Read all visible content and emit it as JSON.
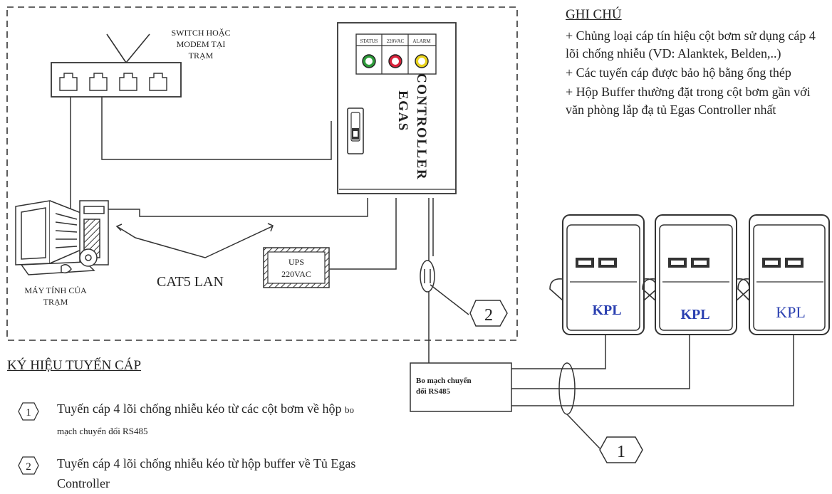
{
  "diagram": {
    "switch_label": [
      "SWITCH HOẶC",
      "MODEM TẠI",
      "TRẠM"
    ],
    "computer_label": [
      "MÁY TÍNH CỦA",
      "TRẠM"
    ],
    "lan_label": "CAT5 LAN",
    "ups_label": [
      "UPS",
      "220VAC"
    ],
    "controller_label": [
      "EGAS",
      "CONTROLLER"
    ],
    "indicator_labels": [
      "STATUS",
      "220VAC",
      "ALARM"
    ],
    "indicator_colors": [
      "#2e9b3a",
      "#d8213a",
      "#e8d21a"
    ],
    "converter_label": [
      "Bo mạch chuyển",
      "đổi RS485"
    ],
    "pump_brand": "KPL",
    "brand_color": "#2a3fb0",
    "marker_1": "1",
    "marker_2": "2"
  },
  "notes": {
    "title": "GHI CHÚ",
    "items": [
      "+ Chủng loại cáp tín hiệu cột bơm sử dụng cáp 4 lõi chống nhiễu (VD: Alanktek, Belden,..)",
      "+ Các tuyến cáp được bảo hộ bằng ống thép",
      "+ Hộp Buffer thường đặt trong cột bơm gần với văn phòng lắp đạ tủ Egas Controller nhất"
    ]
  },
  "legend": {
    "title": "KÝ HIỆU TUYẾN CÁP",
    "rows": [
      {
        "marker": "1",
        "text_main": "Tuyến cáp 4 lõi chống nhiễu kéo từ các cột bơm về hộp",
        "text_small": "bo mạch chuyển đổi RS485"
      },
      {
        "marker": "2",
        "text_main": "Tuyến cáp 4 lõi chống nhiễu kéo từ hộp buffer về Tủ Egas Controller",
        "text_small": ""
      }
    ]
  }
}
